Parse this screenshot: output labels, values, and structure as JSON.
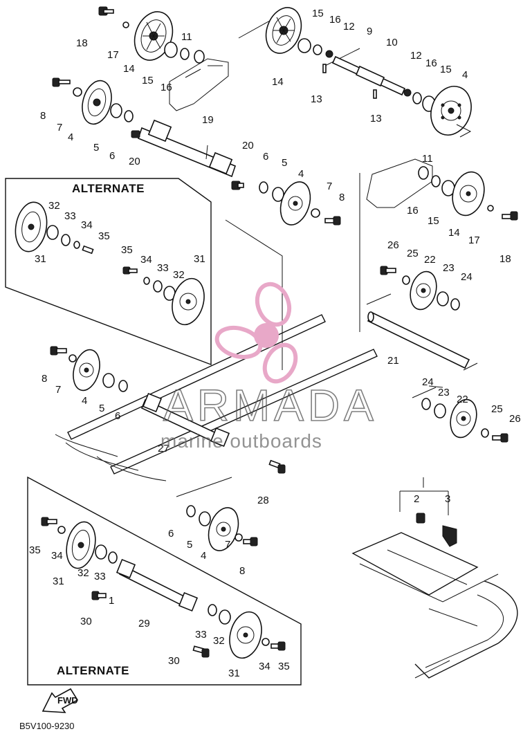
{
  "diagram": {
    "callouts": [
      "18",
      "17",
      "14",
      "15",
      "16",
      "11",
      "14",
      "15",
      "16",
      "12",
      "9",
      "10",
      "12",
      "16",
      "15",
      "4",
      "13",
      "13",
      "8",
      "7",
      "4",
      "5",
      "6",
      "20",
      "19",
      "20",
      "6",
      "5",
      "4",
      "7",
      "8",
      "11",
      "16",
      "15",
      "14",
      "17",
      "18",
      "31",
      "32",
      "33",
      "34",
      "35",
      "35",
      "34",
      "33",
      "32",
      "31",
      "26",
      "25",
      "22",
      "23",
      "24",
      "21",
      "8",
      "7",
      "4",
      "5",
      "6",
      "24",
      "23",
      "22",
      "25",
      "26",
      "27",
      "28",
      "2",
      "3",
      "6",
      "5",
      "4",
      "7",
      "8",
      "35",
      "34",
      "31",
      "32",
      "33",
      "1",
      "30",
      "29",
      "33",
      "32",
      "30",
      "31",
      "34",
      "35"
    ],
    "alternate_label_top": "ALTERNATE",
    "alternate_label_bottom": "ALTERNATE",
    "fwd_label": "FWD",
    "diagram_code": "B5V100-9230"
  },
  "watermark": {
    "brand": "ARMADA",
    "tagline": "marine outboards",
    "accent_color": "#e8a8c8"
  }
}
